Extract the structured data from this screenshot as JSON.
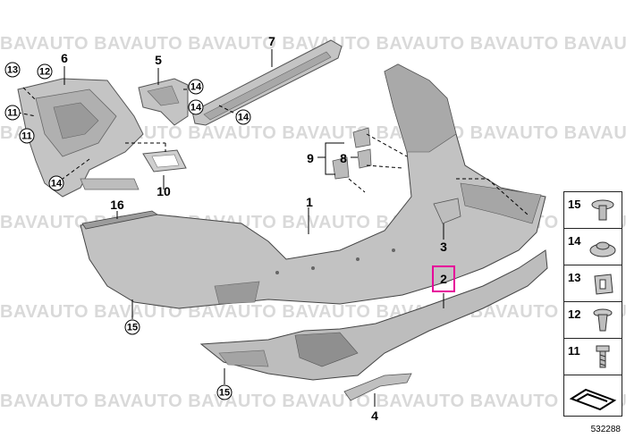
{
  "watermark": {
    "text": "BAVAUTO BAVAUTO BAVAUTO BAVAUTO BAVAUTO BAVAUTO BAVAUTO BAVAUTO"
  },
  "callouts": {
    "p1": "1",
    "p2": "2",
    "p3": "3",
    "p4": "4",
    "p5": "5",
    "p6": "6",
    "p7": "7",
    "p8": "8",
    "p9": "9",
    "p10": "10",
    "p16": "16"
  },
  "circled": {
    "c13": "13",
    "c12": "12",
    "c11a": "11",
    "c11b": "11",
    "c14a": "14",
    "c14b": "14",
    "c14c": "14",
    "c14d": "14",
    "c15a": "15",
    "c15b": "15"
  },
  "legend": {
    "items": [
      {
        "label": "15",
        "icon": "push-rivet-icon"
      },
      {
        "label": "14",
        "icon": "spreading-rivet-icon"
      },
      {
        "label": "13",
        "icon": "clip-nut-icon"
      },
      {
        "label": "12",
        "icon": "expanding-rivet-icon"
      },
      {
        "label": "11",
        "icon": "screw-icon"
      },
      {
        "label": "",
        "icon": "bracket-symbol-icon"
      }
    ]
  },
  "diagram_number": "532288",
  "colors": {
    "highlight": "#e6009a",
    "part_fill": "#bfbfbf",
    "part_dark": "#9a9a9a"
  }
}
